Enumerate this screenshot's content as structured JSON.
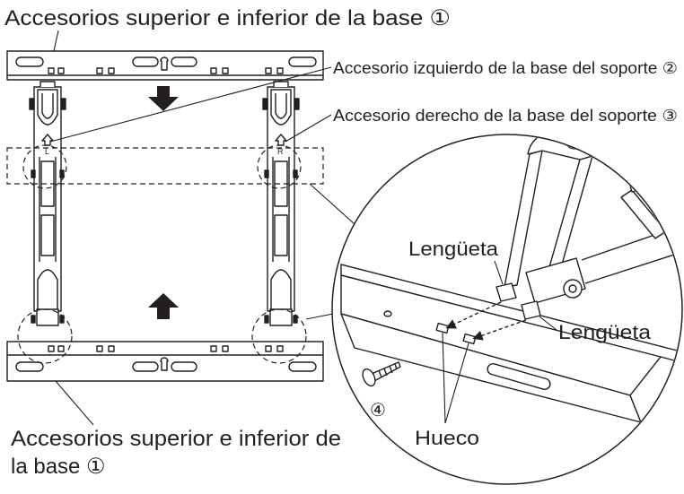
{
  "labels": {
    "base_top": "Accesorios superior e inferior de la base ①",
    "left_support": "Accesorio izquierdo de la base del soporte ②",
    "right_support": "Accesorio derecho de la base del soporte ③",
    "base_bottom_line1": "Accesorios superior e inferior de",
    "base_bottom_line2": "la base ①",
    "tab_upper": "Lengüeta",
    "tab_lower": "Lengüeta",
    "hole": "Hueco",
    "screw": "④",
    "bracket_left_mark": "L",
    "bracket_right_mark": "R"
  },
  "colors": {
    "ink": "#231f20",
    "background": "#ffffff"
  }
}
